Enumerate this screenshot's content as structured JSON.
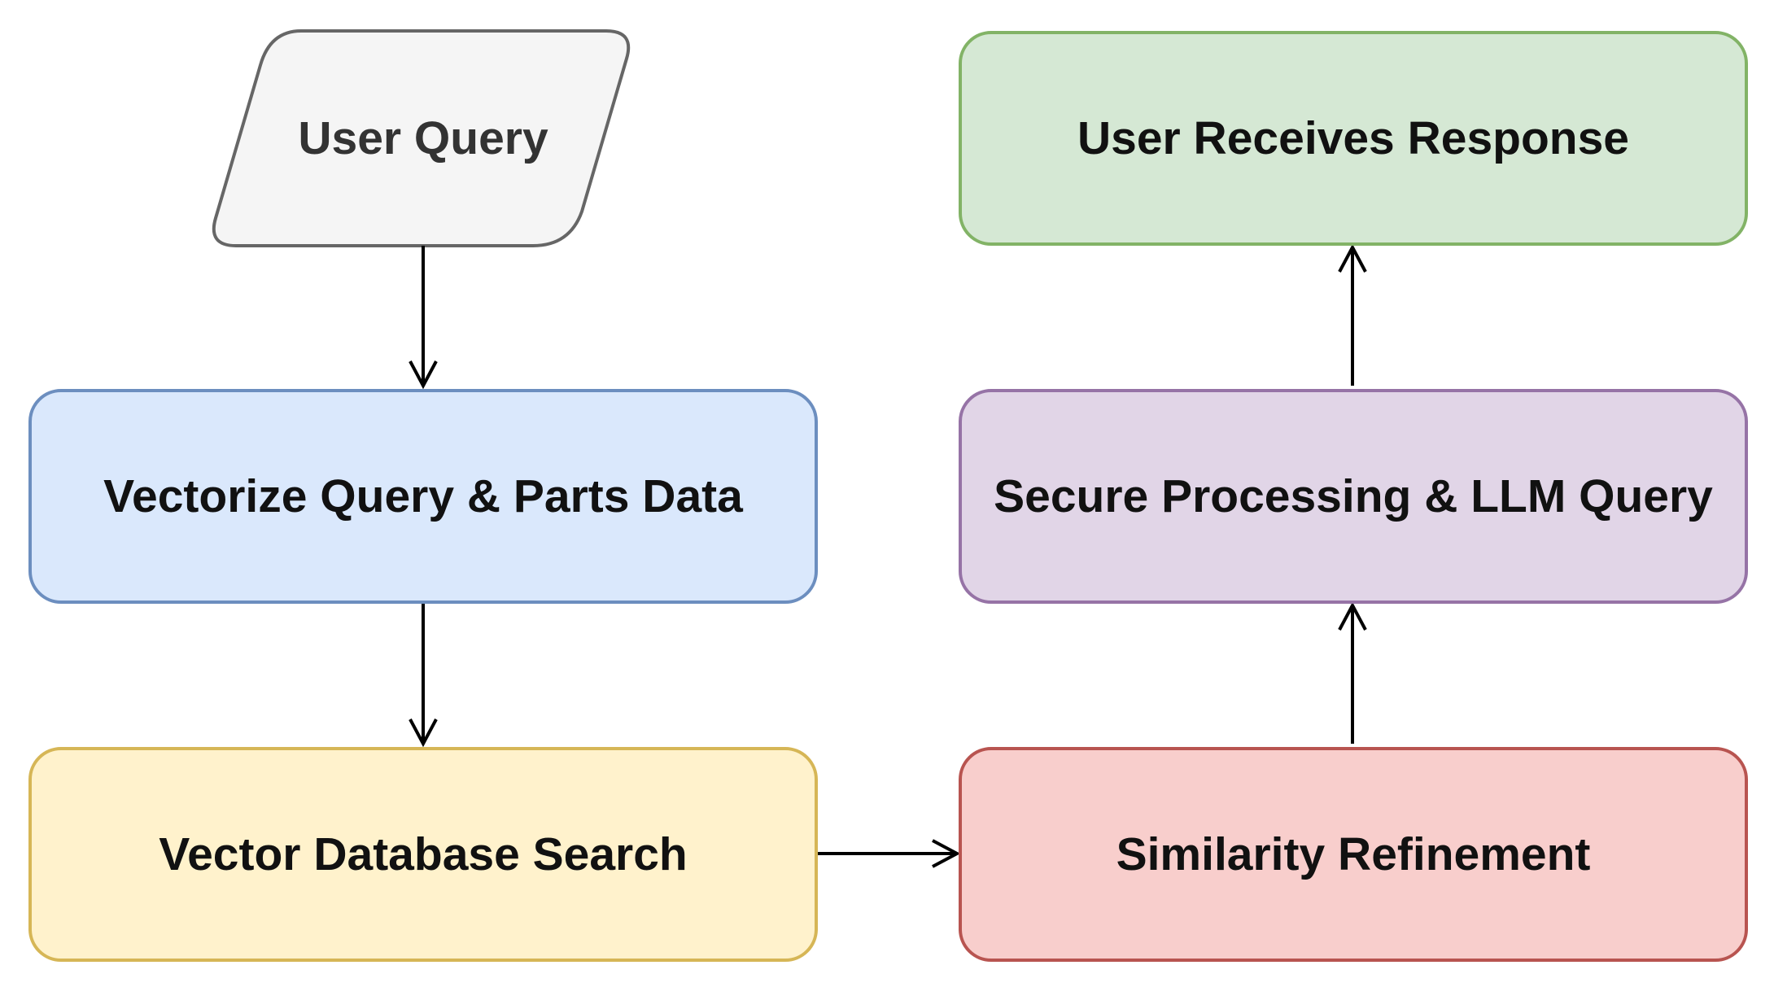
{
  "diagram": {
    "nodes": {
      "user_query": {
        "label": "User Query",
        "shape": "parallelogram",
        "fill": "#f5f5f5",
        "stroke": "#666666"
      },
      "vectorize": {
        "label": "Vectorize Query & Parts Data",
        "shape": "rounded-rectangle",
        "fill": "#dae8fc",
        "stroke": "#6c8ebf"
      },
      "vector_search": {
        "label": "Vector Database Search",
        "shape": "rounded-rectangle",
        "fill": "#fff2cc",
        "stroke": "#d6b656"
      },
      "similarity": {
        "label": "Similarity Refinement",
        "shape": "rounded-rectangle",
        "fill": "#f8cecc",
        "stroke": "#b85450"
      },
      "secure_llm": {
        "label": "Secure Processing & LLM Query",
        "shape": "rounded-rectangle",
        "fill": "#e1d5e7",
        "stroke": "#9673a6"
      },
      "response": {
        "label": "User Receives Response",
        "shape": "rounded-rectangle",
        "fill": "#d5e8d4",
        "stroke": "#82b366"
      }
    },
    "edges": [
      {
        "from": "user_query",
        "to": "vectorize"
      },
      {
        "from": "vectorize",
        "to": "vector_search"
      },
      {
        "from": "vector_search",
        "to": "similarity"
      },
      {
        "from": "similarity",
        "to": "secure_llm"
      },
      {
        "from": "secure_llm",
        "to": "response"
      }
    ],
    "edge_color": "#000000"
  }
}
